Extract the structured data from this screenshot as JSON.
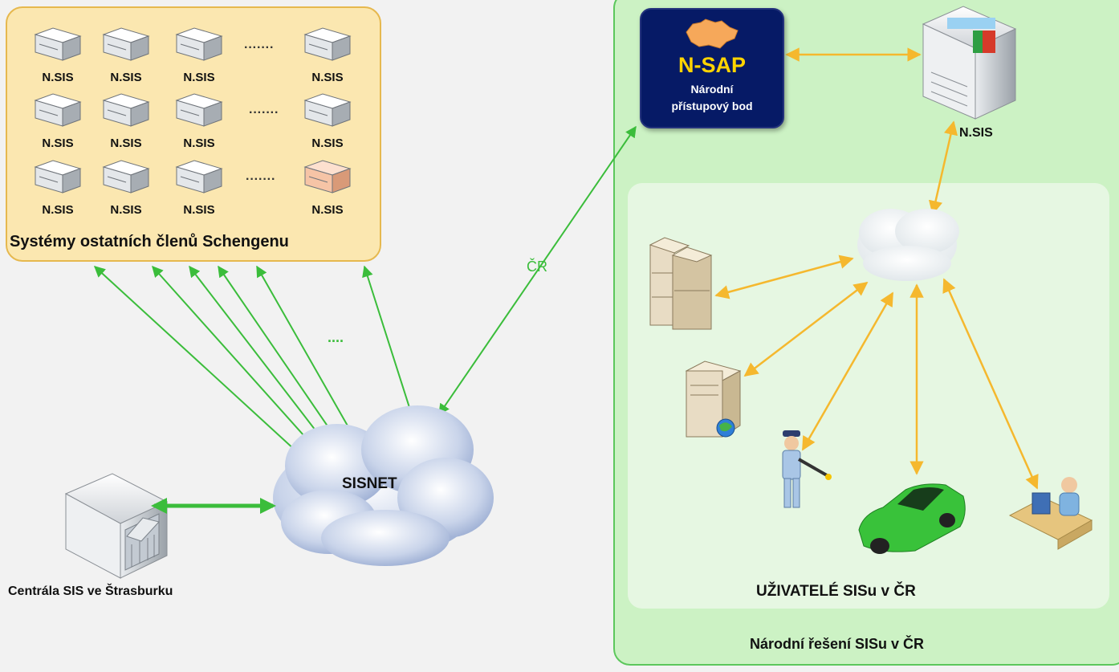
{
  "schengen": {
    "node_label": "N.SIS",
    "title": "Systémy ostatních členů Schengenu"
  },
  "sisnet": {
    "label": "SISNET"
  },
  "central": {
    "label": "Centrála SIS ve Štrasburku"
  },
  "links": {
    "cr_label": "ČR",
    "ellipsis": "...."
  },
  "nsap": {
    "title": "N-SAP",
    "subtitle_line1": "Národní",
    "subtitle_line2": "přístupový bod"
  },
  "national": {
    "nsis_label": "N.SIS",
    "users_label": "UŽIVATELÉ SISu v ČR",
    "title": "Národní řešení SISu v ČR"
  },
  "colors": {
    "schengen_panel": "#fbe7b0",
    "schengen_border": "#e6b84e",
    "national_panel": "#ccf2c4",
    "national_border": "#5cc75c",
    "inner_panel": "#e6f7e2",
    "green_link": "#3bbd3b",
    "yellow_link": "#f5b82e",
    "nsap_bg": "#061a66",
    "nsap_title": "#ffd400",
    "highlight_server": "#f6c4a6"
  }
}
